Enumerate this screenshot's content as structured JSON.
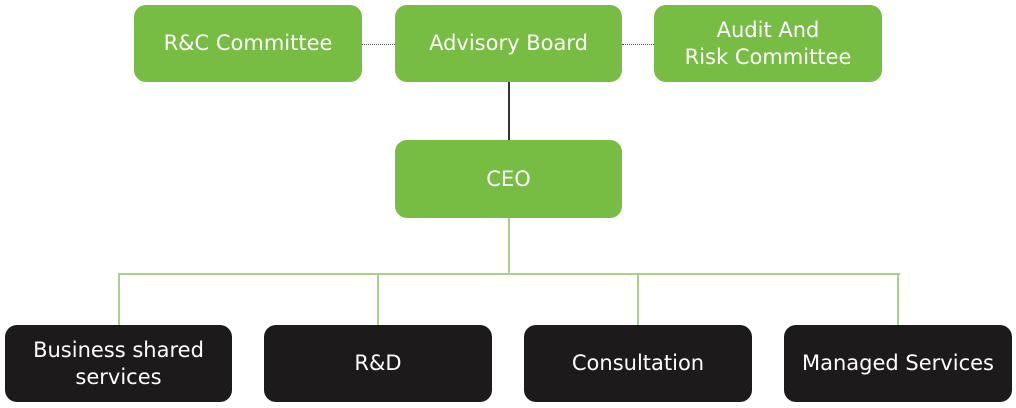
{
  "diagram": {
    "type": "org-chart",
    "colors": {
      "governance": "#77bc43",
      "department": "#1c1a1b",
      "connector": "#a9d08e",
      "text": "#ffffff"
    },
    "governance": [
      {
        "label": "R&C  Committee"
      },
      {
        "label": "Advisory Board"
      },
      {
        "label": "Audit And\nRisk Committee"
      }
    ],
    "executive": {
      "label": "CEO"
    },
    "departments": [
      {
        "label": "Business shared\nservices"
      },
      {
        "label": "R&D"
      },
      {
        "label": "Consultation"
      },
      {
        "label": "Managed Services"
      }
    ]
  }
}
